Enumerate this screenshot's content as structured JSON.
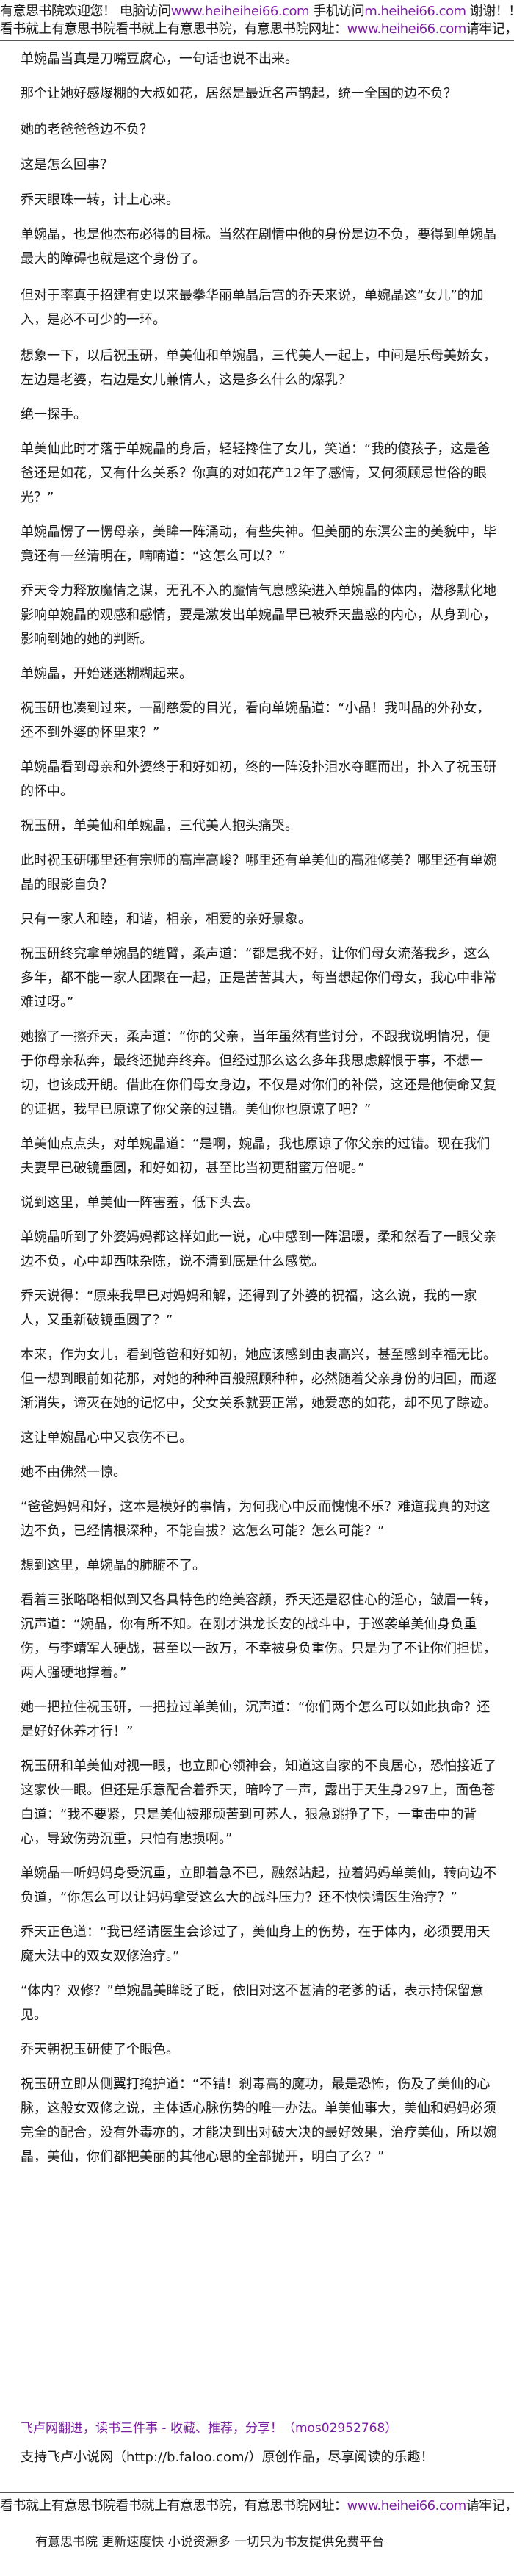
{
  "header": {
    "line1_pre": "有意思书院欢迎您！ 电脑访问",
    "line1_url1": "www.heiheihei66.com",
    "line1_mid": "  手机访问",
    "line1_url2": "m.heihei66.com",
    "line1_post": " 谢谢！！",
    "line2_pre": "看书就上有意思书院看书就上有意思书院，有意思书院网址：",
    "line2_url": "www.heihei66.com",
    "line2_post": "请牢记，谢谢"
  },
  "paragraphs": [
    "单婉晶当真是刀嘴豆腐心，一句话也说不出来。",
    "那个让她好感爆棚的大叔如花，居然是最近名声鹊起，统一全国的边不负？",
    "她的老爸爸爸边不负？",
    "这是怎么回事？",
    "乔天眼珠一转，计上心来。",
    "单婉晶，也是他杰布必得的目标。当然在剧情中他的身份是边不负，要得到单婉晶最大的障碍也就是这个身份了。",
    "但对于率真于招建有史以来最拳华丽单晶后宫的乔天来说，单婉晶这“女儿”的加入，是必不可少的一环。",
    "想象一下，以后祝玉研，单美仙和单婉晶，三代美人一起上，中间是乐母美娇女，左边是老婆，右边是女儿兼情人，这是多么什么的爆乳？",
    "绝一探手。",
    "单美仙此时才落于单婉晶的身后，轻轻搀住了女儿，笑道：“我的傻孩子，这是爸爸还是如花，又有什么关系？你真的对如花产12年了感情，又何须顾忌世俗的眼光？”",
    "单婉晶愣了一愣母亲，美眸一阵涌动，有些失神。但美丽的东溟公主的美貌中，毕竟还有一丝清明在，喃喃道：“这怎么可以？”",
    "乔天令力释放魔情之谋，无孔不入的魔情气息感染进入单婉晶的体内，潜移默化地影响单婉晶的观感和感情，要是激发出单婉晶早已被乔天蛊惑的内心，从身到心，影响到她的她的判断。",
    "单婉晶，开始迷迷糊糊起来。",
    "祝玉研也凑到过来，一副慈爱的目光，看向单婉晶道：“小晶！我叫晶的外孙女，还不到外婆的怀里来？”",
    "单婉晶看到母亲和外婆终于和好如初，终的一阵没扑泪水夺眶而出，扑入了祝玉研的怀中。",
    "祝玉研，单美仙和单婉晶，三代美人抱头痛哭。",
    "此时祝玉研哪里还有宗师的高岸高峻？哪里还有单美仙的高雅修美？哪里还有单婉晶的眼影自负？",
    "只有一家人和睦，和谐，相亲，相爱的亲好景象。",
    "祝玉研终究拿单婉晶的缠臂，柔声道：“都是我不好，让你们母女流落我乡，这么多年，都不能一家人团聚在一起，正是苦苦其大，每当想起你们母女，我心中非常难过呀。”",
    "她擦了一擦乔天，柔声道：“你的父亲，当年虽然有些讨分，不跟我说明情况，便于你母亲私奔，最终还抛弃终弃。但经过那么这么多年我思虑解恨于事，不想一切，也该成开朗。借此在你们母女身边，不仅是对你们的补偿，这还是他使命又复的证据，我早已原谅了你父亲的过错。美仙你也原谅了吧？”",
    "单美仙点点头，对单婉晶道：“是啊，婉晶，我也原谅了你父亲的过错。现在我们夫妻早已破镜重圆，和好如初，甚至比当初更甜蜜万倍呢。”",
    "说到这里，单美仙一阵害羞，低下头去。",
    "单婉晶听到了外婆妈妈都这样如此一说，心中感到一阵温暖，柔和然看了一眼父亲边不负，心中却西味杂陈，说不清到底是什么感觉。",
    "乔天说得：“原来我早已对妈妈和解，还得到了外婆的祝福，这么说，我的一家人，又重新破镜重圆了？”",
    "本来，作为女儿，看到爸爸和好如初，她应该感到由衷高兴，甚至感到幸福无比。但一想到眼前如花那，对她的种种百般照顾种种，必然随着父亲身份的归回，而逐渐消失，谛灭在她的记忆中，父女关系就要正常，她爱恋的如花，却不见了踪迹。",
    "这让单婉晶心中又哀伤不已。",
    "她不由佛然一惊。",
    "“爸爸妈妈和好，这本是模好的事情，为何我心中反而愧愧不乐？难道我真的对这边不负，已经情根深种，不能自拔？这怎么可能？怎么可能？”",
    "想到这里，单婉晶的肺腑不了。",
    "看着三张略略相似到又各具特色的绝美容颜，乔天还是忍住心的淫心，皱眉一转，沉声道：“婉晶，你有所不知。在刚才洪龙长安的战斗中，于巡袭单美仙身负重伤，与李靖军人硬战，甚至以一敌万，不幸被身负重伤。只是为了不让你们担忧，两人强硬地撑着。”",
    "她一把拉住祝玉研，一把拉过单美仙，沉声道：“你们两个怎么可以如此执命？还是好好休养才行！”",
    "祝玉研和单美仙对视一眼，也立即心领神会，知道这自家的不良居心，恐怕接近了这家伙一眼。但还是乐意配合着乔天，暗吟了一声，露出于天生身297上，面色苍白道：“我不要紧，只是美仙被那顽苦到可苏人，狠急跳挣了下，一重击中的背心，导致伤势沉重，只怕有患损啊。”",
    "单婉晶一听妈妈身受沉重，立即着急不已，融然站起，拉着妈妈单美仙，转向边不负道，“你怎么可以让妈妈拿受这么大的战斗压力？还不快快请医生治疗？”",
    "乔天正色道：“我已经请医生会诊过了，美仙身上的伤势，在于体内，必须要用天魔大法中的双女双修治疗。”",
    "“体内？双修？”单婉晶美眸眨了眨，依旧对这不甚清的老爹的话，表示持保留意见。",
    "乔天朝祝玉研使了个眼色。",
    "祝玉研立即从侧翼打掩护道：“不错！刹毒高的魔功，最是恐怖，伤及了美仙的心脉，这般女双修之说，主体适心脉伤势的唯一办法。单美仙事大，美仙和妈妈必须完全的配合，没有外毒亦的，才能决到出对破大决的最好效果，治疗美仙，所以婉晶，美仙，你们都把美丽的其他心思的全部抛开，明白了么？”"
  ],
  "footer": {
    "promo": "飞卢网翻进，读书三件事 - 收藏、推荐，分享！（mos02952768）",
    "support": "支持飞卢小说网（http://b.faloo.com/）原创作品，尽享阅读的乐趣！",
    "line_pre": "看书就上有意思书院看书就上有意思书院，有意思书院网址：",
    "line_url": "www.heihei66.com",
    "line_post": "请牢记，谢谢",
    "tagline": "有意思书院 更新速度快 小说资源多 一切只为书友提供免费平台"
  }
}
